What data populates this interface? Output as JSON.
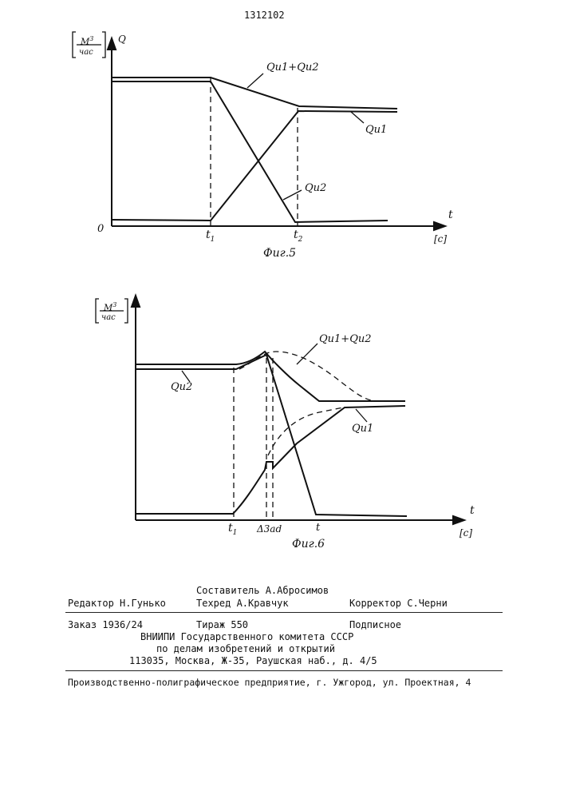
{
  "page_number": "1312102",
  "fig5": {
    "unit_num": "M",
    "unit_exp": "3",
    "unit_den": "час",
    "q_axis": "Q",
    "zero": "0",
    "label_sum": "Qu1+Qu2",
    "label_u1": "Qu1",
    "label_u2": "Qu2",
    "t1_main": "t",
    "t1_sub": "1",
    "t2_main": "t",
    "t2_sub": "2",
    "t_axis": "t",
    "c_unit": "[c]",
    "caption": "Фиг.5"
  },
  "fig6": {
    "unit_num": "M",
    "unit_exp": "3",
    "unit_den": "час",
    "label_sum": "Qu1+Qu2",
    "label_u1": "Qu1",
    "label_u2": "Qu2",
    "t1_main": "t",
    "t1_sub": "1",
    "delta_label": "Δ3ad",
    "t_label": "t",
    "t_axis": "t",
    "c_unit": "[c]",
    "caption": "Фиг.6"
  },
  "footer": {
    "compiler": "Составитель А.Абросимов",
    "editor": "Редактор Н.Гунько",
    "techred": "Техред А.Кравчук",
    "corrector": "Корректор С.Черни",
    "order": "Заказ 1936/24",
    "circulation": "Тираж 550",
    "subscription": "Подписное",
    "org1": "ВНИИПИ Государственного комитета СССР",
    "org2": "по делам изобретений и открытий",
    "address": "113035, Москва, Ж-35, Раушская наб., д. 4/5",
    "enterprise": "Производственно-полиграфическое предприятие, г. Ужгород, ул. Проектная, 4"
  }
}
